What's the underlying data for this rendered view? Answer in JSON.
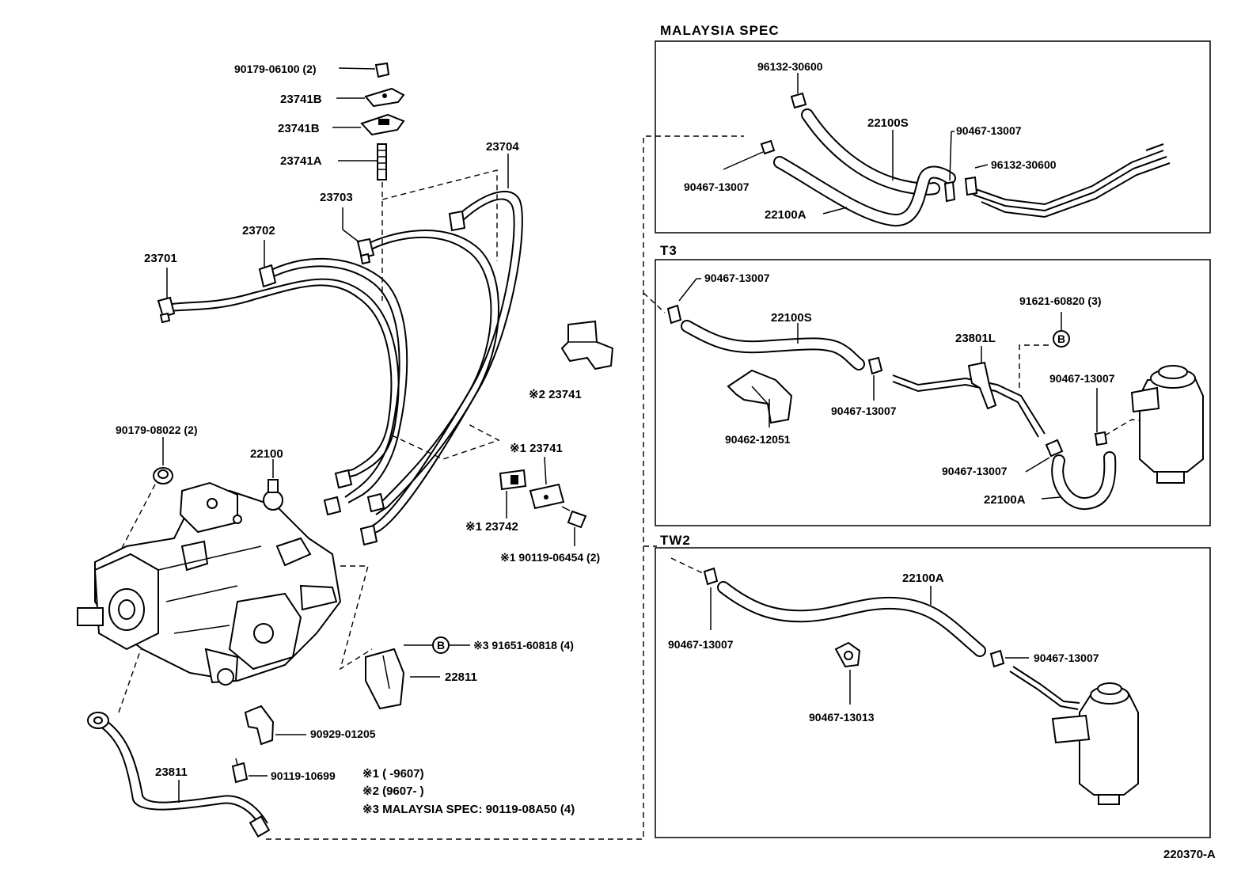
{
  "labels": {
    "p_9017906100": "90179-06100 (2)",
    "p_23741b_1": "23741B",
    "p_23741b_2": "23741B",
    "p_23741a": "23741A",
    "p_23704": "23704",
    "p_23703": "23703",
    "p_23702": "23702",
    "p_23701": "23701",
    "p_23741_x2": "※2 23741",
    "p_23741_x1": "※1 23741",
    "p_23742_x1": "※1 23742",
    "p_9011906454": "※1  90119-06454 (2)",
    "p_9017908022": "90179-08022 (2)",
    "p_22100": "22100",
    "p_9165160818": "※3 91651-60818 (4)",
    "p_22811": "22811",
    "p_9092901205": "90929-01205",
    "p_23811": "23811",
    "p_9011910699": "90119-10699",
    "m_9613230600_a": "96132-30600",
    "m_22100s": "22100S",
    "m_9046713007_a": "90467-13007",
    "m_9613230600_b": "96132-30600",
    "m_9046713007_b": "90467-13007",
    "m_22100a": "22100A",
    "t_9046713007_a": "90467-13007",
    "t_22100s": "22100S",
    "t_9162160820": "91621-60820 (3)",
    "t_23801l": "23801L",
    "t_9046713007_b": "90467-13007",
    "t_9046713007_c": "90467-13007",
    "t_9046212051": "90462-12051",
    "t_9046713007_d": "90467-13007",
    "t_22100a": "22100A",
    "w_22100a": "22100A",
    "w_9046713007_a": "90467-13007",
    "w_9046713007_b": "90467-13007",
    "w_9046713013": "90467-13013"
  },
  "sections": {
    "malaysia": "MALAYSIA SPEC",
    "t3": "T3",
    "tw2": "TW2"
  },
  "notes": {
    "n1": "※1 (      -9607)",
    "n2": "※2 (9607-      )",
    "n3": "※3 MALAYSIA SPEC:  90119-08A50 (4)"
  },
  "circle_mark": "B",
  "diagram_id": "220370-A"
}
